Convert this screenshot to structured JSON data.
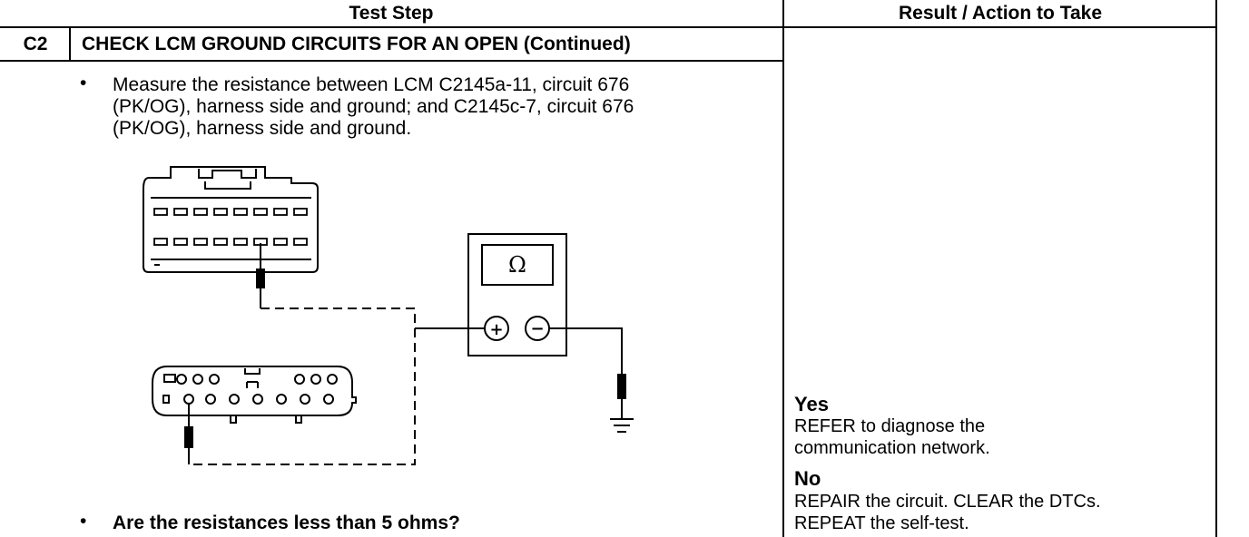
{
  "table": {
    "header": {
      "test_step": "Test Step",
      "result": "Result / Action to Take"
    },
    "step": {
      "id": "C2",
      "title": "CHECK LCM GROUND CIRCUITS FOR AN OPEN (Continued)",
      "bullet": "•",
      "instruction": "Measure the resistance between LCM C2145a-11, circuit 676\n(PK/OG), harness side and ground; and C2145c-7, circuit 676\n(PK/OG), harness side and ground.",
      "question": "Are the resistances less than 5 ohms?"
    },
    "results": {
      "yes_label": "Yes",
      "yes_text": "REFER to diagnose the\ncommunication network.",
      "no_label": "No",
      "no_text": "REPAIR the circuit. CLEAR the DTCs.\nREPEAT the self-test."
    }
  },
  "diagram": {
    "meter_symbol": "Ω",
    "plus_symbol": "+",
    "minus_symbol": "−",
    "icons": [
      "connector-c2145a-icon",
      "connector-c2145c-icon",
      "ohmmeter-icon",
      "ground-icon"
    ]
  }
}
